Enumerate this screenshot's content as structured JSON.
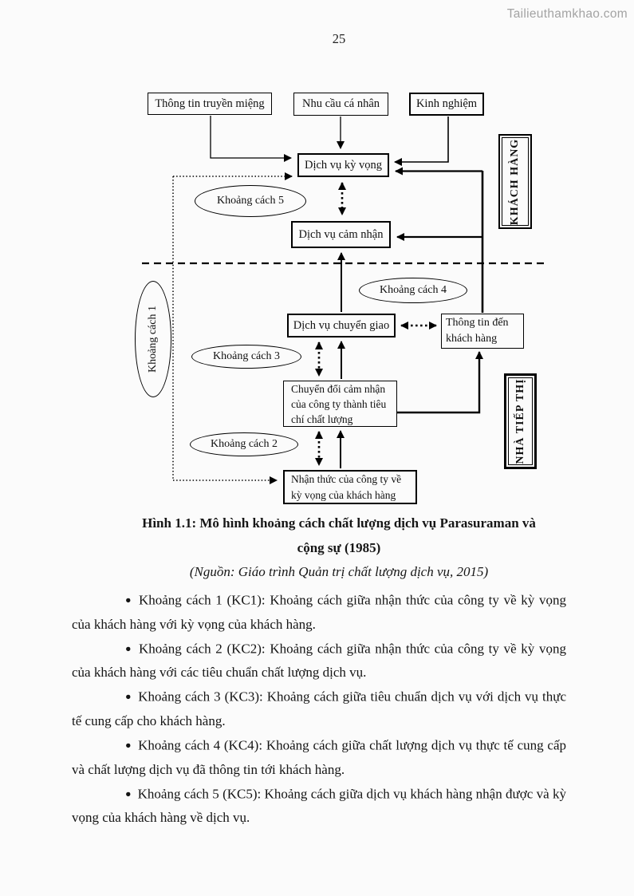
{
  "page": {
    "watermark": "Tailieuthamkhao.com",
    "number": "25"
  },
  "diagram": {
    "boxes": {
      "word_of_mouth": "Thông tin truyền miệng",
      "personal_needs": "Nhu cầu cá nhân",
      "experience": "Kinh nghiệm",
      "expected_service": "Dịch vụ kỳ vọng",
      "perceived_service": "Dịch vụ cảm nhận",
      "service_delivery": "Dịch vụ chuyển giao",
      "external_communication": "Thông tin đến\nkhách hàng",
      "translation": "Chuyển đổi cảm nhận\ncủa công ty thành tiêu\nchí chất lượng",
      "management_perception": "Nhận thức của công ty về\nkỳ vọng của khách hàng"
    },
    "gaps": {
      "gap1": "Khoảng cách 1",
      "gap2": "Khoảng cách 2",
      "gap3": "Khoảng cách 3",
      "gap4": "Khoảng cách 4",
      "gap5": "Khoảng cách 5"
    },
    "side_labels": {
      "customer": "KHÁCH HÀNG",
      "marketer": "NHÀ TIẾP THỊ"
    }
  },
  "caption": {
    "title_line1": "Hình 1.1: Mô hình khoảng cách chất lượng dịch vụ Parasuraman và",
    "title_line2": "cộng sự (1985)",
    "source": "(Nguồn: Giáo trình Quản trị chất lượng dịch vụ, 2015)"
  },
  "bullet_marker": "●",
  "bullets": [
    "Khoảng cách 1 (KC1): Khoảng cách giữa nhận thức của công ty về kỳ vọng của khách hàng với kỳ vọng của khách hàng.",
    "Khoảng cách 2 (KC2): Khoảng cách giữa nhận thức của công ty về kỳ vọng của khách hàng với các tiêu chuẩn chất lượng dịch vụ.",
    "Khoảng cách 3 (KC3): Khoảng cách giữa tiêu chuẩn dịch vụ với dịch vụ thực tế cung cấp cho khách hàng.",
    "Khoảng cách 4 (KC4): Khoảng cách giữa chất lượng dịch vụ thực tế cung cấp và chất lượng dịch vụ đã thông tin tới khách hàng.",
    "Khoảng cách 5 (KC5): Khoảng cách giữa dịch vụ khách hàng nhận được và kỳ vọng của khách hàng về dịch vụ."
  ]
}
